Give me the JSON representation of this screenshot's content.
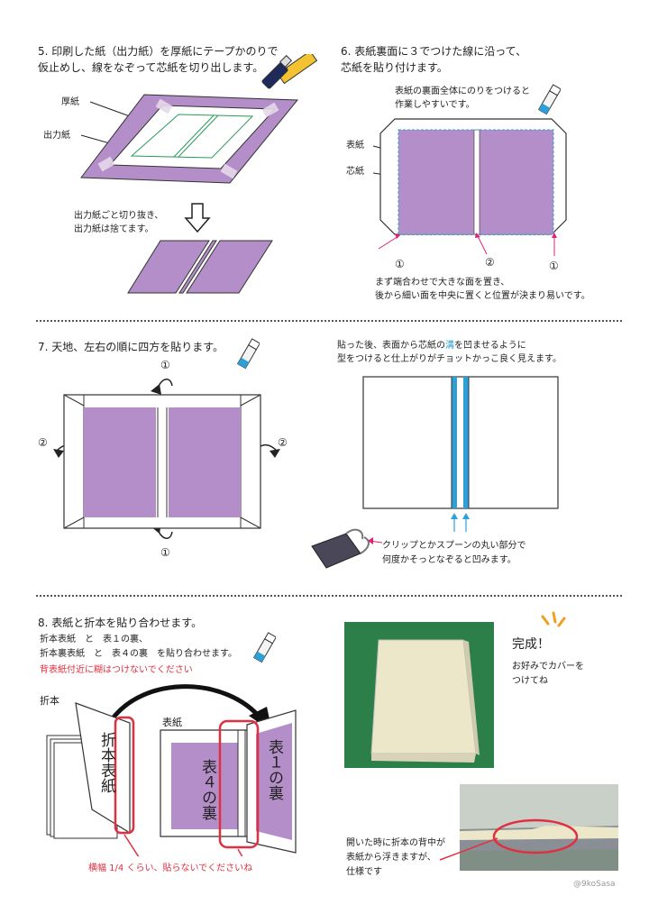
{
  "step5": {
    "line1": "5. 印刷した紙（出力紙）を厚紙にテープかのりで",
    "line2": "仮止めし、線をなぞって芯紙を切り出します。",
    "label_board": "厚紙",
    "label_output": "出力紙",
    "cut_line1": "出力紙ごと切り抜き、",
    "cut_line2": "出力紙は捨てます。"
  },
  "step6": {
    "line1": "6. 表紙裏面に３でつけた線に沿って、",
    "line2": "芯紙を貼り付けます。",
    "glue_note1": "表紙の裏面全体にのりをつけると",
    "glue_note2": "作業しやすいです。",
    "label_cover": "表紙",
    "label_core": "芯紙",
    "mark_1": "①",
    "mark_2": "②",
    "tip1": "まず端合わせで大きな面を置き、",
    "tip2": "後から細い面を中央に置くと位置が決まり易いです。"
  },
  "step7": {
    "title": "7. 天地、左右の順に四方を貼ります。",
    "mark_1": "①",
    "mark_2": "②"
  },
  "groove": {
    "line1_a": "貼った後、表面から芯紙の",
    "line1_b": "溝",
    "line1_c": "を凹ませるように",
    "line2": "型をつけると仕上がりがチョットかっこ良く見えます。",
    "clip1": "クリップとかスプーンの丸い部分で",
    "clip2": "何度かそっとなぞると凹みます。"
  },
  "step8": {
    "title": "8. 表紙と折本を貼り合わせます。",
    "line1": "折本表紙　と　表１の裏、",
    "line2": "折本裏表紙　と　表４の裏　を貼り合わせます。",
    "warning": "背表紙付近に糊はつけないでください",
    "label_book": "折本",
    "label_cover": "表紙",
    "book_cover_text": "折本表紙",
    "back4_text": "表４の裏",
    "front1_text": "表１の裏",
    "width_note": "横幅 1/4 くらい、貼らないでくださいね"
  },
  "done": {
    "title": "完成！",
    "note1": "お好みでカバーを",
    "note2": "つけてね"
  },
  "photo_note": {
    "line1": "開いた時に折本の背中が",
    "line2": "表紙から浮きますが、",
    "line3": "仕様です"
  },
  "credit": "@9koSasa",
  "colors": {
    "purple": "#b48ec8",
    "red": "#e03040",
    "pink": "#e0207a",
    "blue": "#2f9fd8",
    "green": "#2a9a5a",
    "photo_bg": "#2c7f48"
  },
  "icons": [
    "cutter-icon",
    "ruler-icon",
    "glue-stick-icon",
    "binder-clip-icon",
    "arrow-down-icon"
  ]
}
